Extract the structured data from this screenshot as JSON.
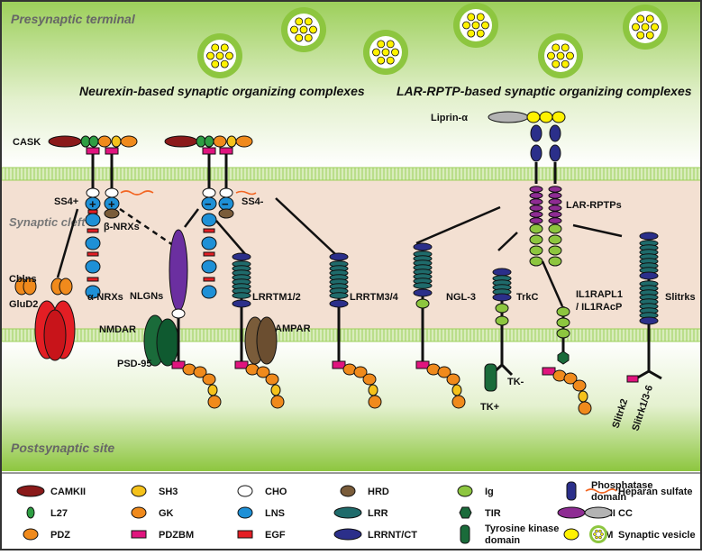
{
  "regions": {
    "presynaptic": "Presynaptic terminal",
    "cleft": "Synaptic cleft",
    "postsynaptic": "Postsynaptic site"
  },
  "headings": {
    "neurexin": "Neurexin-based synaptic organizing complexes",
    "lar": "LAR-RPTP-based synaptic organizing complexes"
  },
  "labels": {
    "cask": "CASK",
    "ss4plus": "SS4+",
    "ss4minus": "SS4-",
    "beta_nrxs": "β-NRXs",
    "alpha_nrxs": "α-NRXs",
    "cblns": "Cblns",
    "glud2": "GluD2",
    "nmdar": "NMDAR",
    "nlgns": "NLGNs",
    "psd95": "PSD-95",
    "lrrtm12": "LRRTM1/2",
    "ampar": "AMPAR",
    "lrrtm34": "LRRTM3/4",
    "ngl3": "NGL-3",
    "trkc": "TrkC",
    "tkplus": "TK+",
    "tkminus": "TK-",
    "il1rapl1": "IL1RAPL1",
    "il1racp": "/ IL1RAcP",
    "slitrks": "Slitrks",
    "slitrk2": "Slitrk2",
    "slitrk136": "Slitrk1/3-6",
    "liprin": "Liprin-α",
    "lar_rptps": "LAR-RPTPs",
    "plus": "+",
    "minus": "−"
  },
  "legend": [
    {
      "label": "CAMKII",
      "shape": "ellipse-wide",
      "color": "#8b1a1a"
    },
    {
      "label": "L27",
      "shape": "small-oval",
      "color": "#2e9e43"
    },
    {
      "label": "PDZ",
      "shape": "oval",
      "color": "#f08a1c"
    },
    {
      "label": "SH3",
      "shape": "oval",
      "color": "#f5c21b"
    },
    {
      "label": "GK",
      "shape": "oval",
      "color": "#f08a1c"
    },
    {
      "label": "PDZBM",
      "shape": "rect",
      "color": "#e0147e"
    },
    {
      "label": "CHO",
      "shape": "oval",
      "color": "#ffffff"
    },
    {
      "label": "LNS",
      "shape": "oval",
      "color": "#1e90d6"
    },
    {
      "label": "EGF",
      "shape": "rect",
      "color": "#e31e24"
    },
    {
      "label": "HRD",
      "shape": "oval",
      "color": "#7a5c3a"
    },
    {
      "label": "LRR",
      "shape": "ellipse-wide",
      "color": "#1f6b6b"
    },
    {
      "label": "LRRNT/CT",
      "shape": "ellipse-wide",
      "color": "#2b2f8a"
    },
    {
      "label": "Ig",
      "shape": "oval",
      "color": "#8dc63f"
    },
    {
      "label": "TIR",
      "shape": "hexagon",
      "color": "#1a6b3a"
    },
    {
      "label": "Tyrosine kinase domain",
      "shape": "rounded-tall",
      "color": "#1a6b3a"
    },
    {
      "label": "Phosphatase domain",
      "shape": "rounded-tall",
      "color": "#2b2f8a"
    },
    {
      "label": "FN III",
      "shape": "ellipse-wide",
      "color": "#8e2c93"
    },
    {
      "label": "SAM",
      "shape": "oval",
      "color": "#fff200"
    },
    {
      "label": "Heparan sulfate",
      "shape": "squiggle",
      "color": "#f26522"
    },
    {
      "label": "CC",
      "shape": "ellipse-wide",
      "color": "#b3b3b3"
    },
    {
      "label": "Synaptic vesicle",
      "shape": "vesicle",
      "color": "#8dc63f"
    }
  ],
  "colors": {
    "presynaptic_top": "#8dc63f",
    "cleft": "#f3e0d2",
    "membrane": "#c4df9b",
    "postsynaptic_bottom": "#8dc63f",
    "frame": "#333333"
  }
}
